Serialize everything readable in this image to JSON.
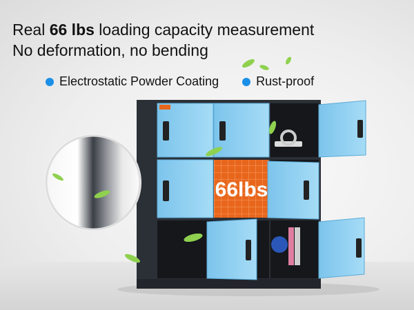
{
  "headline": {
    "prefix": "Real ",
    "highlight": "66 lbs",
    "suffix": " loading capacity measurement",
    "line2": "No deformation, no bending"
  },
  "features": [
    {
      "label": "Electrostatic Powder Coating",
      "icon": "blue-dot-icon"
    },
    {
      "label": "Rust-proof",
      "icon": "blue-dot-icon"
    }
  ],
  "load_badge": {
    "label": "66lbs",
    "color": "#e8661c"
  },
  "colors": {
    "cabinet_body": "#2b2f36",
    "door_blue": "#8fd0f2",
    "accent_dot": "#1a8fe8"
  }
}
